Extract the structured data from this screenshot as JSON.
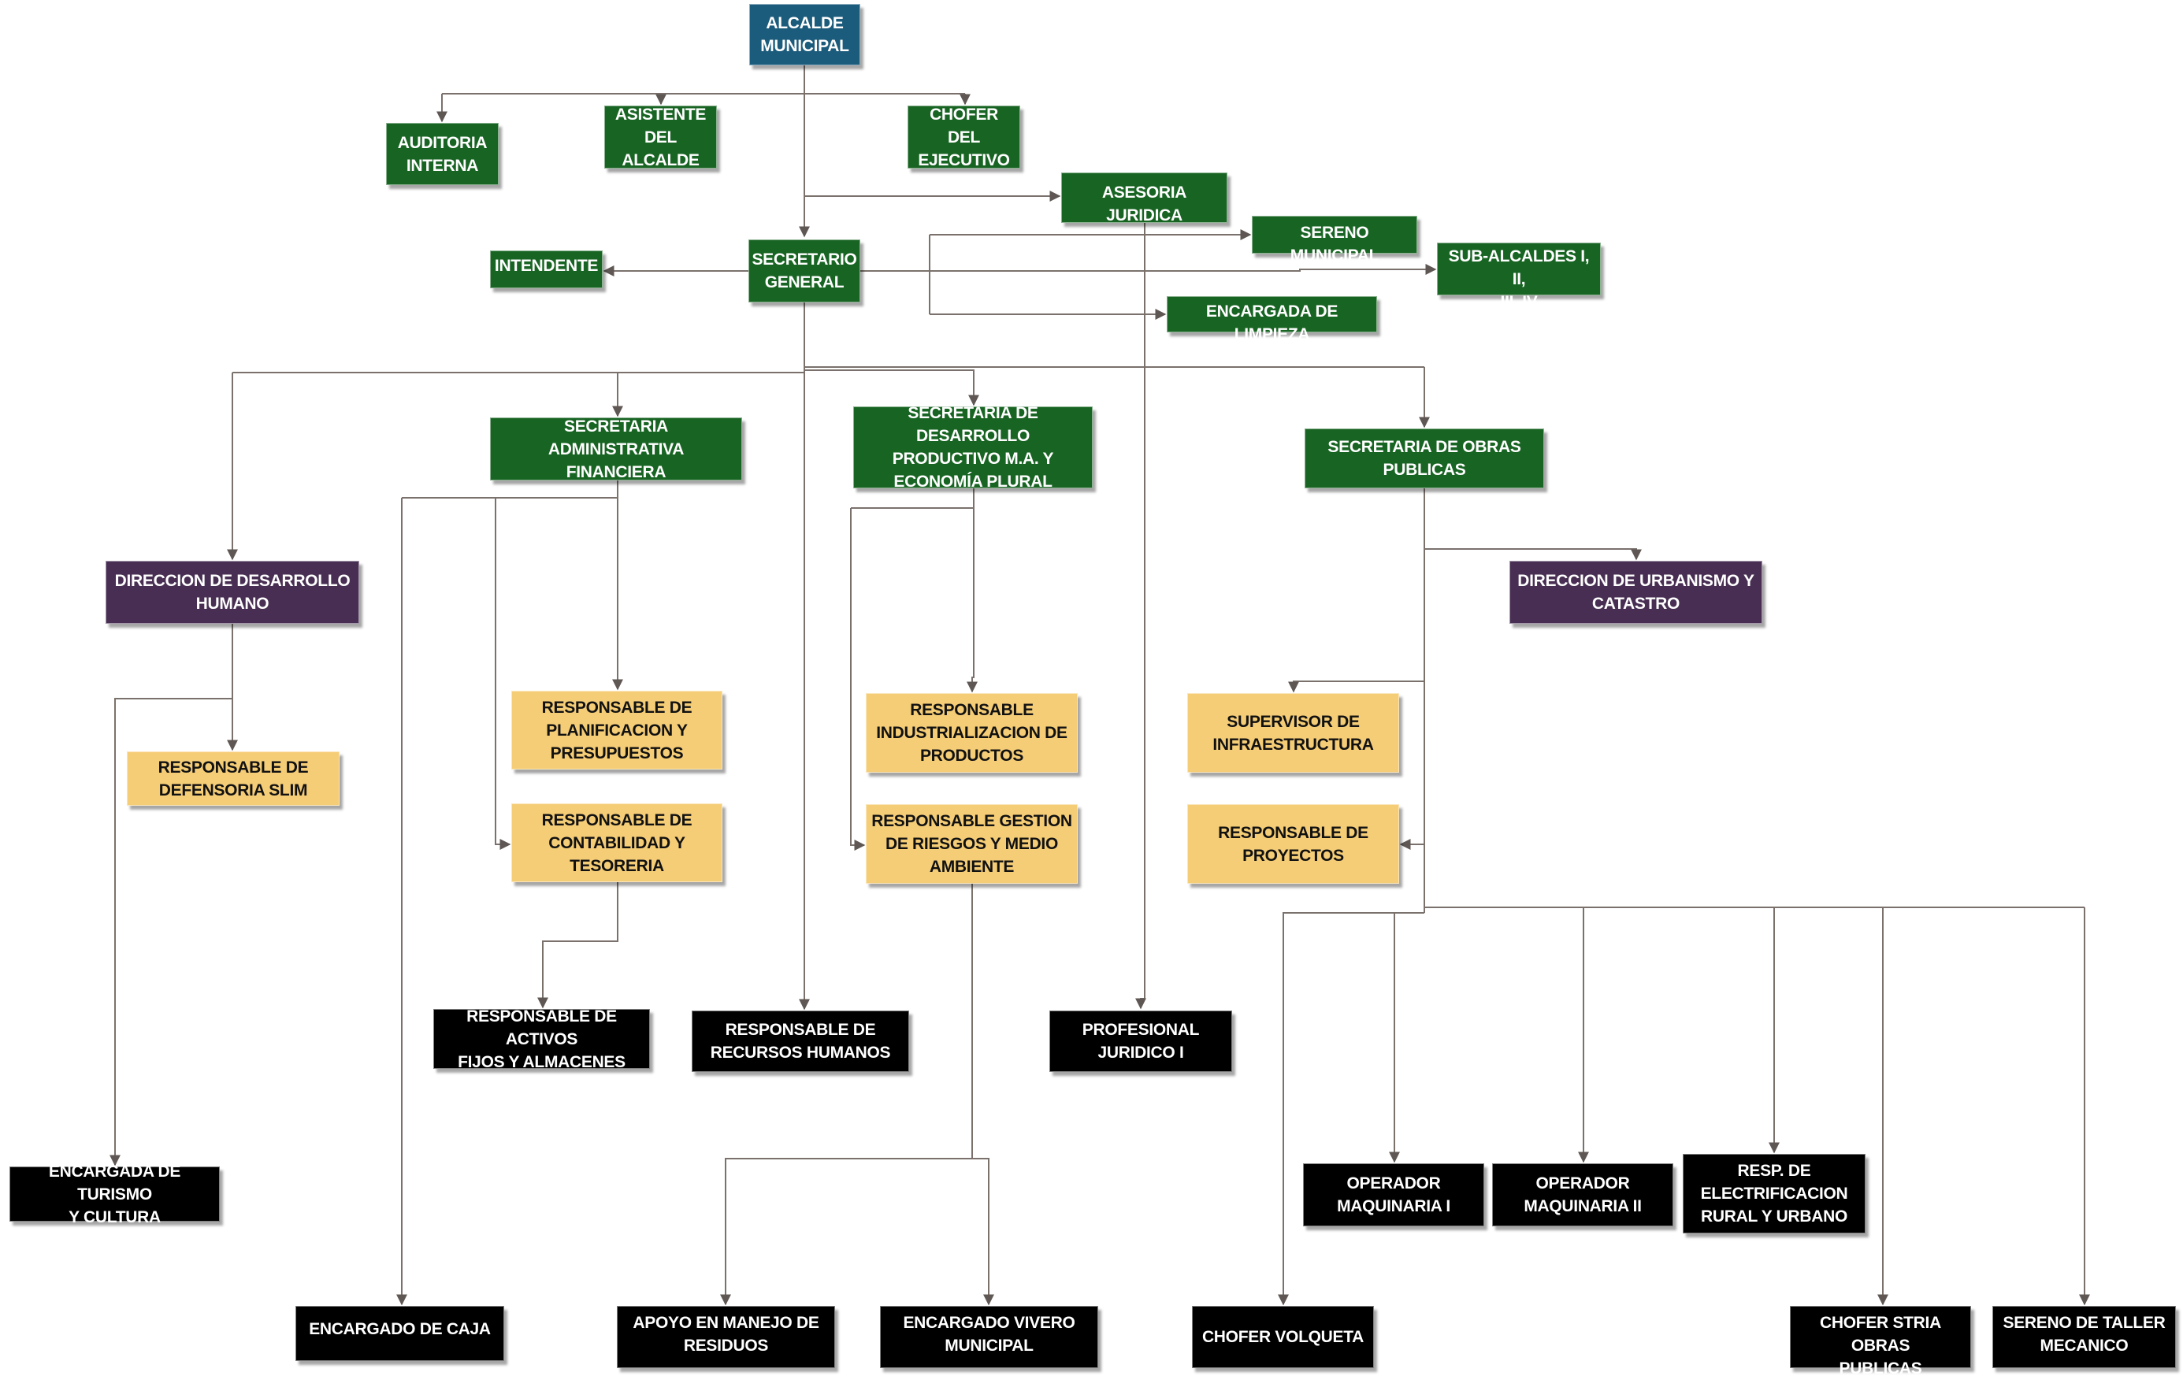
{
  "colors": {
    "top": "#1b5b7b",
    "green": "#186423",
    "purple": "#472e52",
    "yellow": "#f5cd77",
    "black": "#000000",
    "connector": "#5f5753"
  },
  "nodes": {
    "alcalde": "ALCALDE\nMUNICIPAL",
    "auditoria": "AUDITORIA\nINTERNA",
    "asistente": "ASISTENTE\nDEL ALCALDE",
    "chofer_ejecutivo": "CHOFER DEL\nEJECUTIVO",
    "asesoria": "ASESORIA JURIDICA",
    "sereno_municipal": "SERENO MUNICIPAL",
    "sub_alcaldes": "SUB-ALCALDES I, II,\nIII, IV",
    "limpieza": "ENCARGADA DE LIMPIEZA",
    "intendente": "INTENDENTE",
    "secretario_general": "SECRETARIO\nGENERAL",
    "sec_administrativa": "SECRETARIA ADMINISTRATIVA\nFINANCIERA",
    "sec_desarrollo": "SECRETARIA DE DESARROLLO\nPRODUCTIVO M.A. Y\nECONOMÍA PLURAL",
    "sec_obras": "SECRETARIA DE OBRAS\nPUBLICAS",
    "dir_desarrollo_humano": "DIRECCION DE DESARROLLO\nHUMANO",
    "dir_urbanismo": "DIRECCION DE URBANISMO Y\nCATASTRO",
    "resp_planificacion": "RESPONSABLE DE\nPLANIFICACION Y\nPRESUPUESTOS",
    "resp_defensoria": "RESPONSABLE DE\nDEFENSORIA SLIM",
    "resp_contabilidad": "RESPONSABLE DE\nCONTABILIDAD Y\nTESORERIA",
    "resp_industrializacion": "RESPONSABLE\nINDUSTRIALIZACION DE\nPRODUCTOS",
    "resp_riesgos": "RESPONSABLE GESTION\nDE RIESGOS Y MEDIO\nAMBIENTE",
    "supervisor": "SUPERVISOR DE\nINFRAESTRUCTURA",
    "resp_proyectos": "RESPONSABLE DE\nPROYECTOS",
    "resp_activos": "RESPONSABLE DE ACTIVOS\nFIJOS Y ALMACENES",
    "resp_rrhh": "RESPONSABLE DE\nRECURSOS HUMANOS",
    "profesional_juridico": "PROFESIONAL\nJURIDICO I",
    "turismo": "ENCARGADA DE TURISMO\nY CULTURA",
    "operador_1": "OPERADOR\nMAQUINARIA I",
    "operador_2": "OPERADOR\nMAQUINARIA II",
    "electrificacion": "RESP. DE\nELECTRIFICACION\nRURAL Y URBANO",
    "caja": "ENCARGADO DE CAJA",
    "apoyo_residuos": "APOYO EN MANEJO DE\nRESIDUOS",
    "vivero": "ENCARGADO VIVERO\nMUNICIPAL",
    "chofer_volqueta": "CHOFER VOLQUETA",
    "chofer_stria": "CHOFER STRIA OBRAS\nPUBLICAS",
    "sereno_taller": "SERENO DE TALLER\nMECANICO"
  }
}
